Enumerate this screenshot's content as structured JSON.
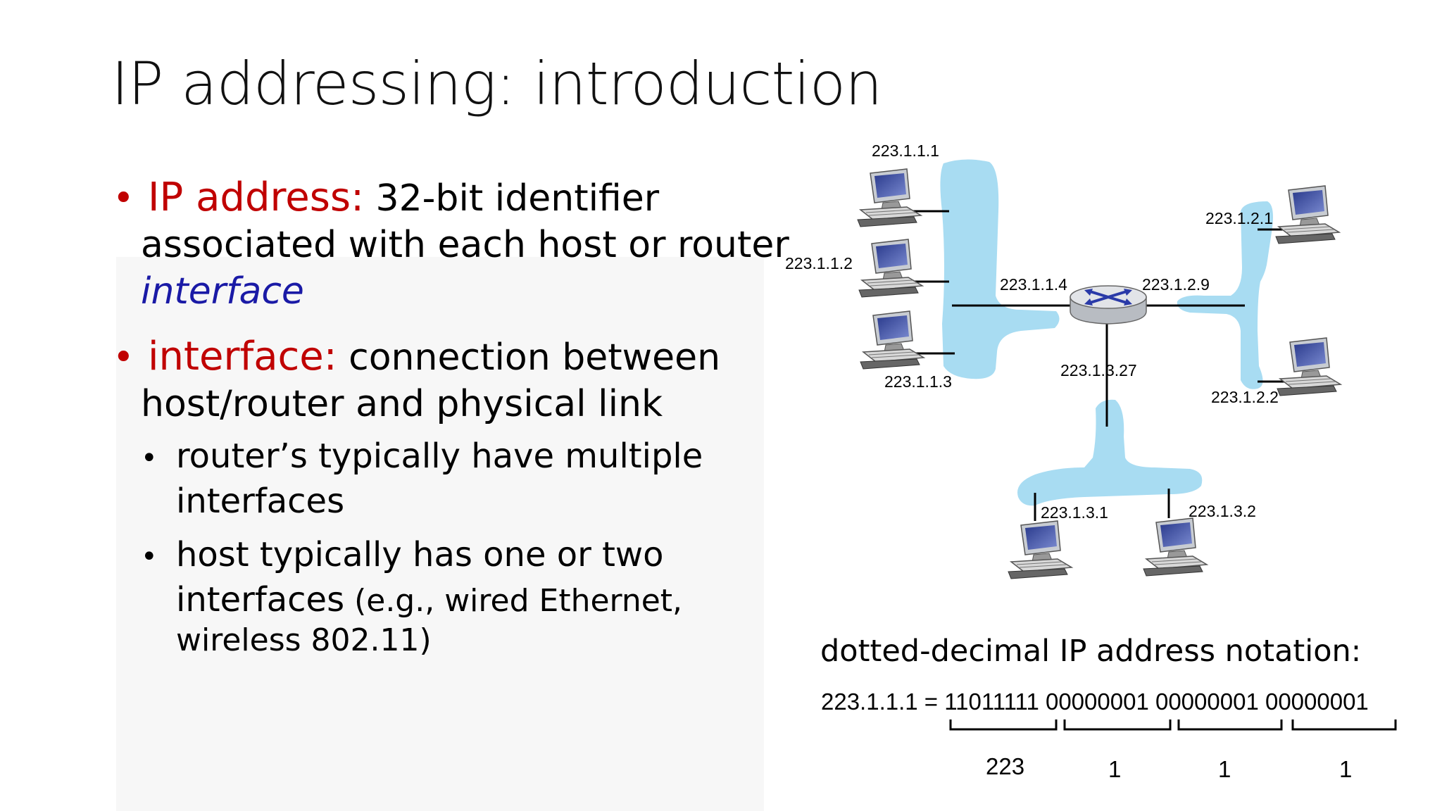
{
  "title": "IP addressing: introduction",
  "bullets": {
    "b1_term": "IP address:",
    "b1_text1": " 32-bit identifier",
    "b1_text2": "associated with each host or router",
    "b1_text3": "interface",
    "b2_term": "interface:",
    "b2_text1": " connection between",
    "b2_text2": "host/router and physical link",
    "sub1_line1": "router’s typically have multiple",
    "sub1_line2": "interfaces",
    "sub2_line1": "host typically has one or two",
    "sub2_line2": "interfaces",
    "sub2_line2_small": " (e.g., wired Ethernet,",
    "sub2_line3": "wireless 802.11)"
  },
  "diagram": {
    "h_1_1_1": "223.1.1.1",
    "h_1_1_2": "223.1.1.2",
    "h_1_1_3": "223.1.1.3",
    "r_1_1_4": "223.1.1.4",
    "r_1_2_9": "223.1.2.9",
    "r_1_3_27": "223.1.3.27",
    "h_1_2_1": "223.1.2.1",
    "h_1_2_2": "223.1.2.2",
    "h_1_3_1": "223.1.3.1",
    "h_1_3_2": "223.1.3.2",
    "subnet_color": "#a8dcf2"
  },
  "notation": {
    "heading": "dotted-decimal IP address notation:",
    "equation": "223.1.1.1 = 11011111 00000001 00000001 00000001",
    "decimals": [
      "223",
      "1",
      "1",
      "1"
    ]
  }
}
